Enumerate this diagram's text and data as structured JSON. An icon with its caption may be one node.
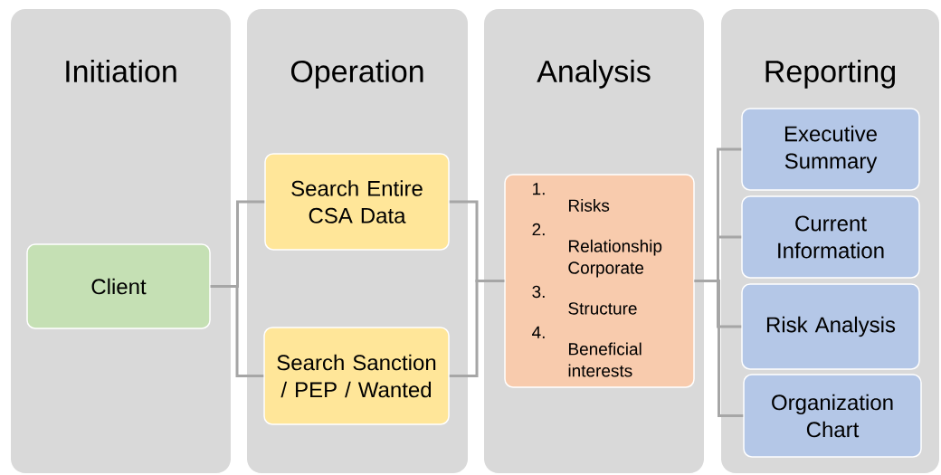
{
  "diagram": {
    "nodes": [
      {
        "text": [
          "Initiation"
        ]
      },
      {
        "text": [
          "Operation"
        ]
      },
      {
        "text": [
          "Analysis"
        ]
      },
      {
        "text": [
          "Reporting"
        ]
      },
      {
        "text": [
          "Client"
        ],
        "in": 0
      },
      {
        "text": [
          "Search Entire CSA Data"
        ],
        "in": 1
      },
      {
        "text": [
          "Search Sanction / PEP / Wanted"
        ],
        "in": 1
      },
      {
        "text": [
          "1.",
          "Risks",
          "2.",
          "Relationship Corporate",
          "3.",
          "Structure",
          "4.",
          "Beneficial interests"
        ],
        "in": 2
      },
      {
        "text": [
          "Executive Summary"
        ],
        "in": 3
      },
      {
        "text": [
          "Current Information"
        ],
        "in": 3
      },
      {
        "text": [
          "Risk Analysis"
        ],
        "in": 3
      },
      {
        "text": [
          "Organization Chart"
        ],
        "in": 3
      }
    ],
    "edges": [
      {
        "from": 4,
        "to": 5,
        "arrow": "none"
      },
      {
        "from": 4,
        "to": 6,
        "arrow": "none"
      },
      {
        "from": 5,
        "to": 7,
        "arrow": "none"
      },
      {
        "from": 6,
        "to": 7,
        "arrow": "none"
      },
      {
        "from": 7,
        "to": 8,
        "arrow": "none"
      },
      {
        "from": 7,
        "to": 9,
        "arrow": "none"
      },
      {
        "from": 7,
        "to": 10,
        "arrow": "none"
      },
      {
        "from": 7,
        "to": 11,
        "arrow": "none"
      }
    ]
  }
}
